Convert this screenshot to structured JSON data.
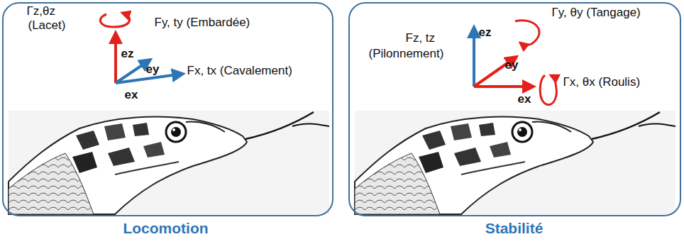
{
  "diagram": {
    "nodes": [
      {
        "text": [
          "Locomotion",
          "Γz,θz",
          "(Lacet)",
          "ez",
          "Fy, ty (Embardée)",
          "ey",
          "Fx, tx (Cavalement)",
          "ex"
        ]
      },
      {
        "text": [
          "Stabilité",
          "Fz, tz",
          "(Pilonnement)",
          "ez",
          "Γy, θy (Tangage)",
          "ey",
          "Γx, θx (Roulis)",
          "ex"
        ]
      }
    ]
  }
}
